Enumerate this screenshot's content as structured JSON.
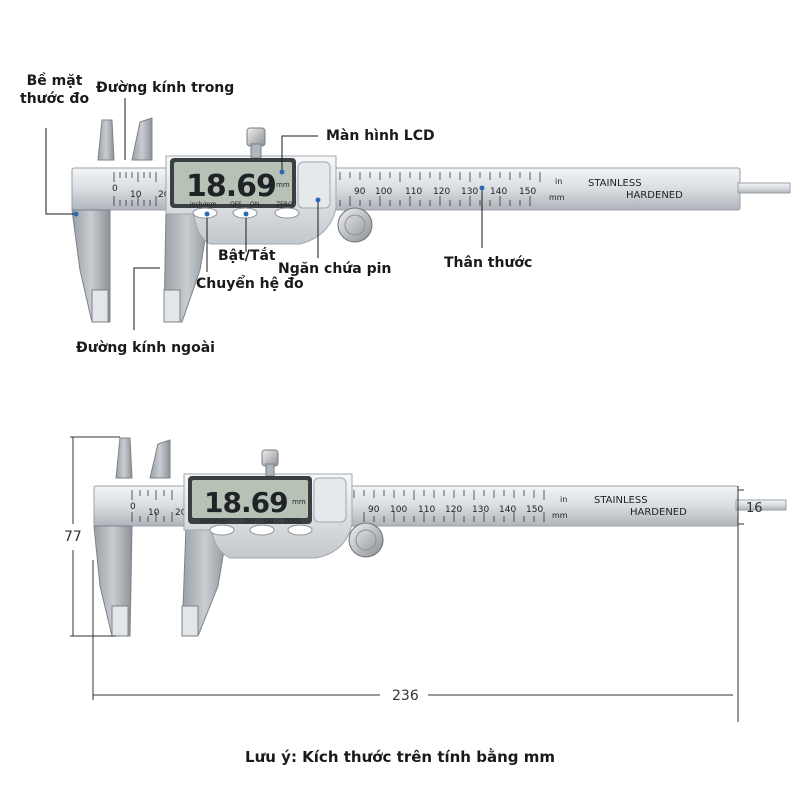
{
  "labels": {
    "measuring_surface": [
      "Bề mặt",
      "thước đo"
    ],
    "inner_diameter": "Đường kính trong",
    "lcd_screen": "Màn hình LCD",
    "on_off": "Bật/Tắt",
    "unit_switch": "Chuyển hệ đo",
    "battery_compartment": "Ngăn chứa pin",
    "ruler_body": "Thân thước",
    "outer_diameter": "Đường kính ngoài"
  },
  "caliper": {
    "display_reading": "18.69",
    "display_unit": "mm",
    "buttons": [
      "inch/mm",
      "OFF",
      "ON",
      "ZERO"
    ],
    "brand_line1": "STAINLESS",
    "brand_line2": "HARDENED",
    "scale_unit_in": "in",
    "scale_unit_mm": "mm",
    "mm_scale_top": [
      "0",
      "10",
      "20",
      "90",
      "100",
      "110",
      "120",
      "130",
      "140",
      "150"
    ],
    "mm_scale_bottom": [
      "0",
      "10",
      "20",
      "90",
      "100",
      "110",
      "120",
      "130",
      "140",
      "150"
    ]
  },
  "dimensions": {
    "height": "77",
    "length": "236",
    "depth_rod": "16"
  },
  "note": "Lưu ý: Kích thước trên tính bằng mm",
  "colors": {
    "steel_light": "#e9ecef",
    "steel_dark": "#8f959b",
    "lcd_bg": "#b8c1b5",
    "marker_blue": "#2b6cb0"
  }
}
